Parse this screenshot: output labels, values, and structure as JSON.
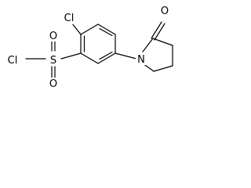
{
  "molecule": {
    "atoms": {
      "cl_ring": "Cl",
      "cl_sulfonyl": "Cl",
      "sulfur": "S",
      "oxygen_top": "O",
      "oxygen_bottom": "O",
      "nitrogen": "N",
      "oxygen_carbonyl": "O"
    }
  },
  "colors": {
    "bond": "#000000",
    "background": "#ffffff"
  }
}
